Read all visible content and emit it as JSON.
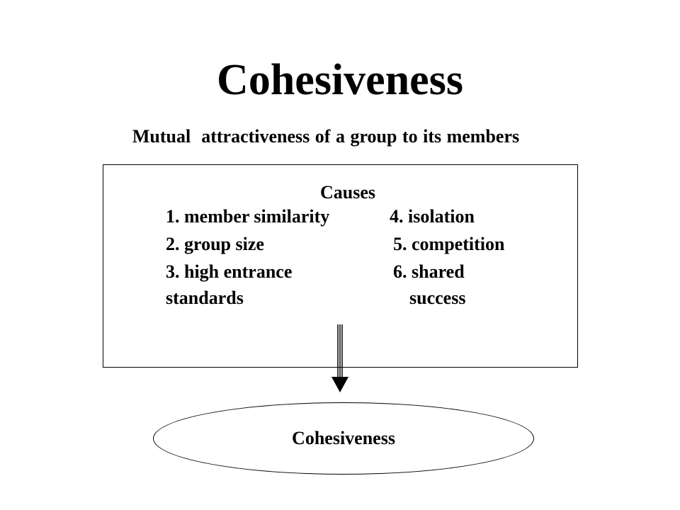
{
  "title": "Cohesiveness",
  "subtitle": "Mutual  attractiveness of a group to its members",
  "causes": {
    "heading": "Causes",
    "col1": [
      "1. member similarity",
      "2. group size",
      "3. high entrance",
      "standards"
    ],
    "col2": [
      "4. isolation",
      "5. competition",
      "6. shared",
      "success"
    ]
  },
  "result": {
    "label": "Cohesiveness"
  },
  "colors": {
    "text": "#000000",
    "background": "#ffffff"
  }
}
